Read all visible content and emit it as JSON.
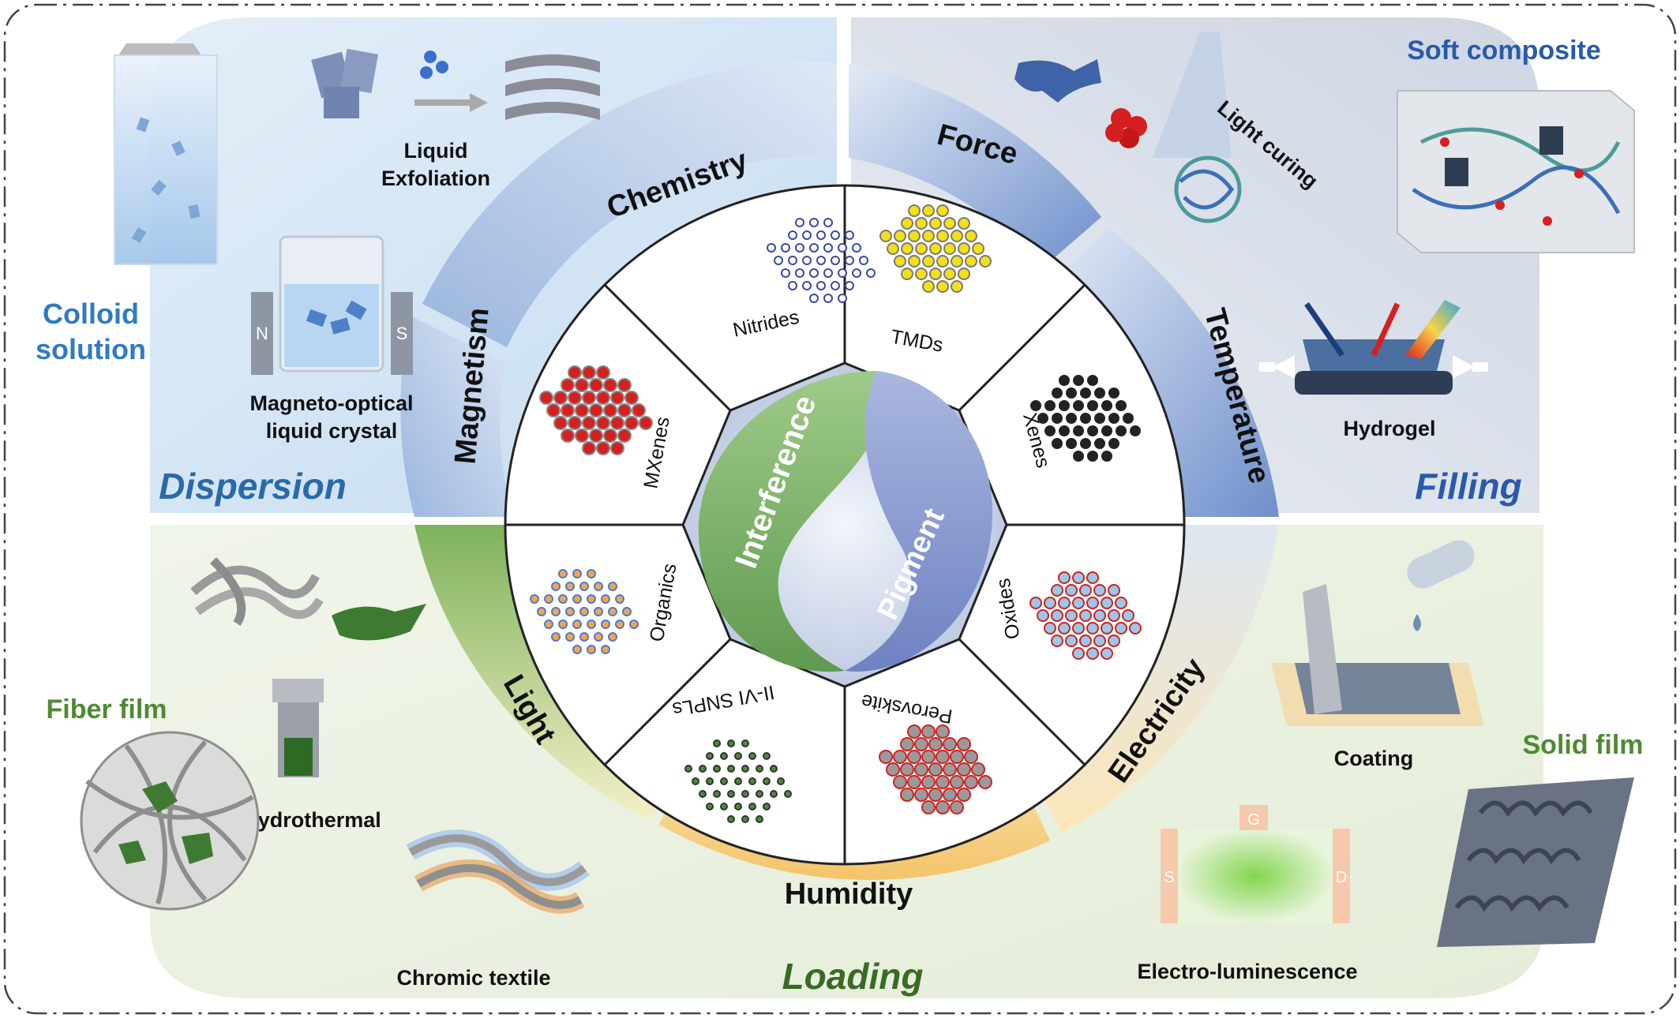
{
  "center": {
    "left_label": "Interference",
    "right_label": "Pigment"
  },
  "materials": [
    {
      "label": "Nitrides"
    },
    {
      "label": "TMDs"
    },
    {
      "label": "Xenes"
    },
    {
      "label": "Oxides"
    },
    {
      "label": "Perovskite"
    },
    {
      "label": "II-VI SNPLs"
    },
    {
      "label": "Organics"
    },
    {
      "label": "MXenes"
    }
  ],
  "stimuli": [
    {
      "label": "Chemistry"
    },
    {
      "label": "Force"
    },
    {
      "label": "Temperature"
    },
    {
      "label": "Electricity"
    },
    {
      "label": "Humidity"
    },
    {
      "label": "Light"
    },
    {
      "label": "Magnetism"
    }
  ],
  "quadrants": {
    "dispersion": {
      "title": "Dispersion",
      "side_label_1": "Colloid",
      "side_label_2": "solution",
      "exfoliation_1": "Liquid",
      "exfoliation_2": "Exfoliation",
      "magneto_1": "Magneto-optical",
      "magneto_2": "liquid crystal",
      "magnet_n": "N",
      "magnet_s": "S"
    },
    "filling": {
      "title": "Filling",
      "side_label": "Soft composite",
      "light_curing": "Light curing",
      "hydrogel": "Hydrogel"
    },
    "loading": {
      "title": "Loading",
      "side_label": "Fiber film",
      "hydrothermal": "Hydrothermal",
      "chromic_textile": "Chromic textile"
    },
    "solid": {
      "side_label": "Solid film",
      "coating": "Coating",
      "electro": "Electro-luminescence",
      "gate": "G",
      "source": "S",
      "drain": "D"
    }
  },
  "colors": {
    "dispersion": "#cfe3f3",
    "filling": "#d8e0ea",
    "loading": "#e9f0df",
    "stimulus_blue": "#7f9dd0",
    "stimulus_green": "#8bb86a",
    "stimulus_orange": "#f2c86c",
    "center_green": "#7eb36a",
    "center_blue": "#7b8ec7",
    "title_blue": "#2f6fb0",
    "title_green": "#4f8a32"
  }
}
